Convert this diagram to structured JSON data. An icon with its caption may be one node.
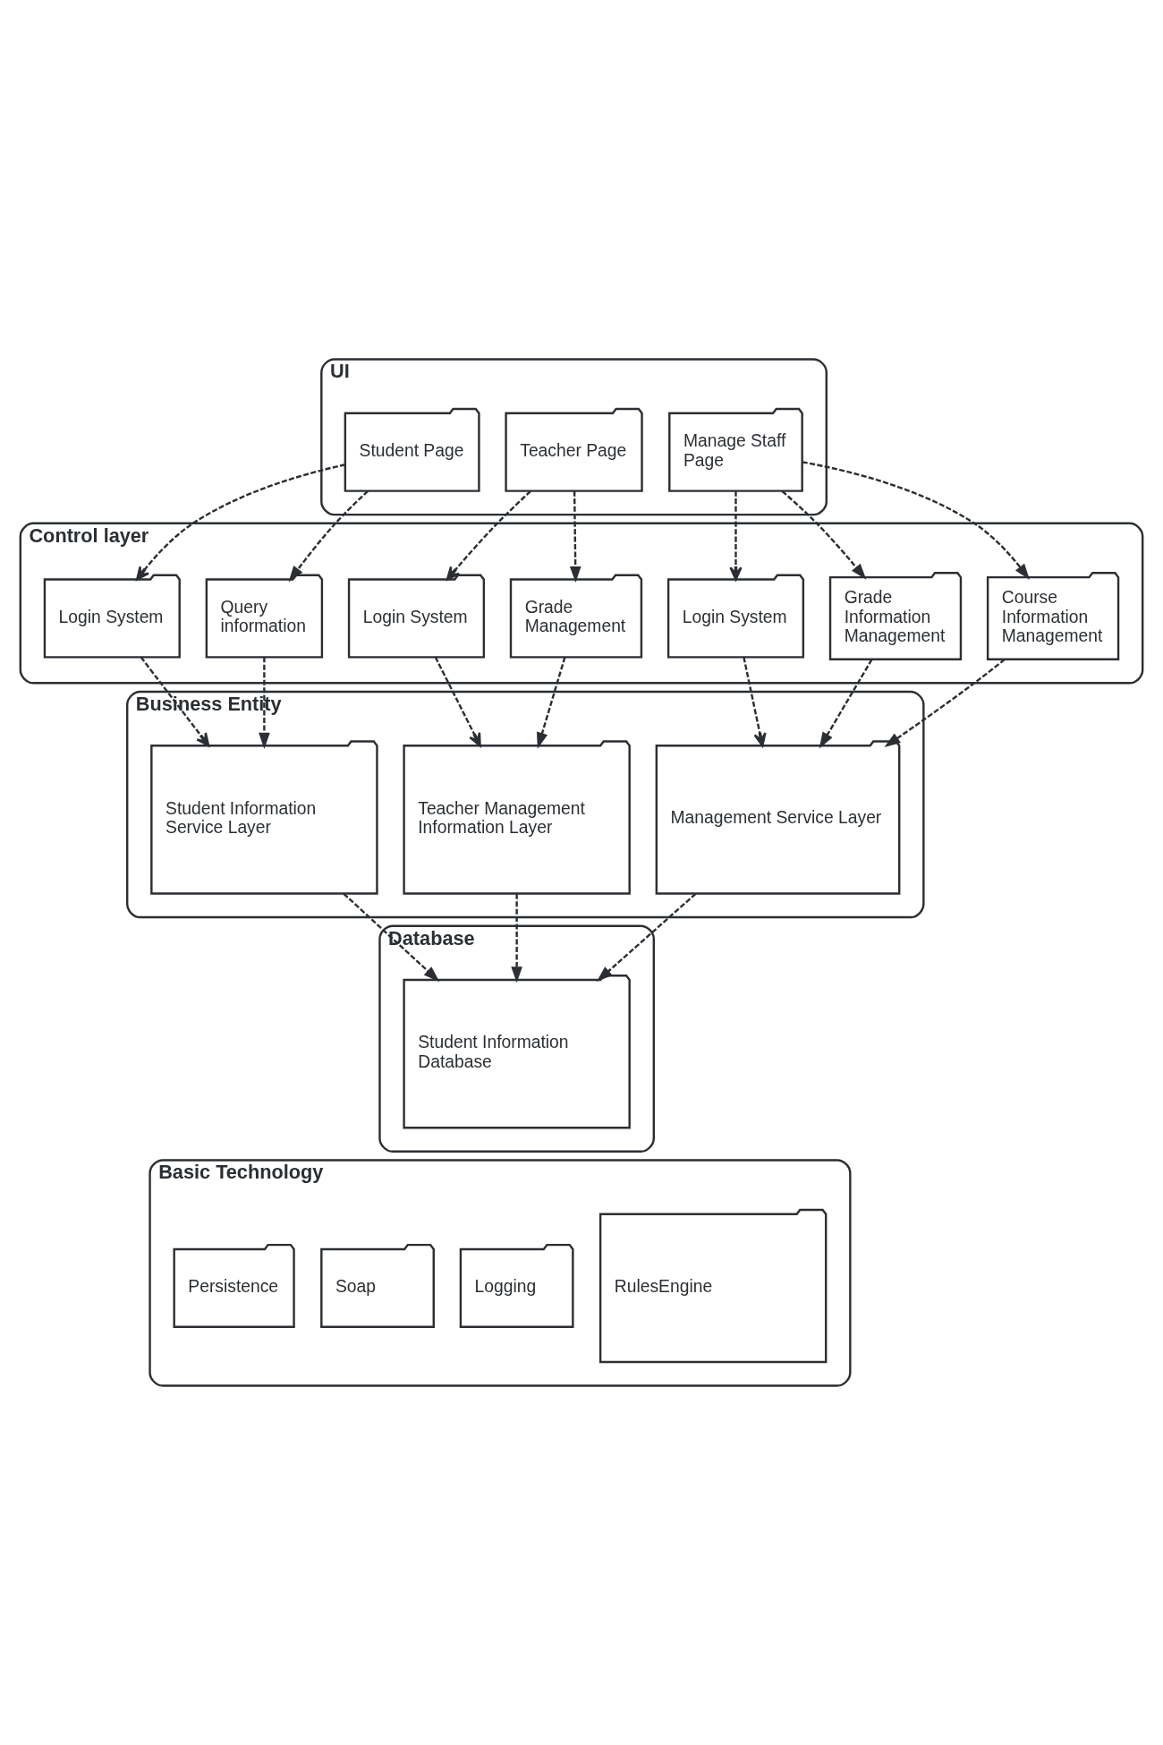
{
  "diagram": {
    "nodes": [
      {
        "text": [
          "UI"
        ]
      },
      {
        "text": [
          "Student Page"
        ],
        "in": 0
      },
      {
        "text": [
          "Teacher Page"
        ],
        "in": 0
      },
      {
        "text": [
          "Manage Staff Page"
        ],
        "in": 0
      },
      {
        "text": [
          "Control layer"
        ]
      },
      {
        "text": [
          "Login System"
        ],
        "in": 4
      },
      {
        "text": [
          "Query information"
        ],
        "in": 4
      },
      {
        "text": [
          "Login System"
        ],
        "in": 4
      },
      {
        "text": [
          "Grade Management"
        ],
        "in": 4
      },
      {
        "text": [
          "Login System"
        ],
        "in": 4
      },
      {
        "text": [
          "Grade Information Management"
        ],
        "in": 4
      },
      {
        "text": [
          "Course Information Management"
        ],
        "in": 4
      },
      {
        "text": [
          "Business Entity"
        ]
      },
      {
        "text": [
          "Student Information Service Layer"
        ],
        "in": 12
      },
      {
        "text": [
          "Teacher Management Information Layer"
        ],
        "in": 12
      },
      {
        "text": [
          "Management Service Layer"
        ],
        "in": 12
      },
      {
        "text": [
          "Database"
        ]
      },
      {
        "text": [
          "Student Information Database"
        ],
        "in": 16
      },
      {
        "text": [
          "Basic Technology"
        ]
      },
      {
        "text": [
          "Persistence"
        ],
        "in": 18
      },
      {
        "text": [
          "Soap"
        ],
        "in": 18
      },
      {
        "text": [
          "Logging"
        ],
        "in": 18
      },
      {
        "text": [
          "RulesEngine"
        ],
        "in": 18
      }
    ],
    "edges": [
      {
        "from": 1,
        "to": 5,
        "arrow": "to",
        "style": "dashed"
      },
      {
        "from": 1,
        "to": 6,
        "arrow": "to",
        "style": "dashed"
      },
      {
        "from": 2,
        "to": 7,
        "arrow": "to",
        "style": "dashed"
      },
      {
        "from": 2,
        "to": 8,
        "arrow": "to",
        "style": "dashed"
      },
      {
        "from": 3,
        "to": 9,
        "arrow": "to",
        "style": "dashed"
      },
      {
        "from": 3,
        "to": 10,
        "arrow": "to",
        "style": "dashed"
      },
      {
        "from": 3,
        "to": 11,
        "arrow": "to",
        "style": "dashed"
      },
      {
        "from": 5,
        "to": 13,
        "arrow": "to",
        "style": "dashed"
      },
      {
        "from": 6,
        "to": 13,
        "arrow": "to",
        "style": "dashed"
      },
      {
        "from": 7,
        "to": 14,
        "arrow": "to",
        "style": "dashed"
      },
      {
        "from": 8,
        "to": 14,
        "arrow": "to",
        "style": "dashed"
      },
      {
        "from": 9,
        "to": 15,
        "arrow": "to",
        "style": "dashed"
      },
      {
        "from": 10,
        "to": 15,
        "arrow": "to",
        "style": "dashed"
      },
      {
        "from": 11,
        "to": 15,
        "arrow": "to",
        "style": "dashed"
      },
      {
        "from": 13,
        "to": 17,
        "arrow": "to",
        "style": "dashed"
      },
      {
        "from": 14,
        "to": 17,
        "arrow": "to",
        "style": "dashed"
      },
      {
        "from": 15,
        "to": 17,
        "arrow": "to",
        "style": "dashed"
      }
    ]
  }
}
